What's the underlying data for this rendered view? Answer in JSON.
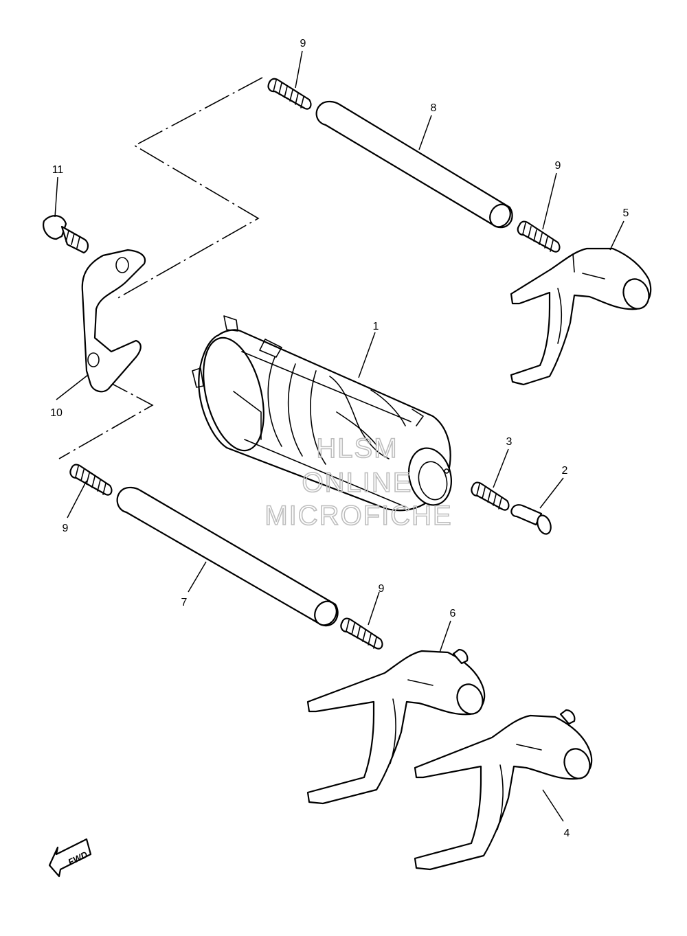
{
  "callouts": [
    {
      "id": "c1",
      "label": "1"
    },
    {
      "id": "c2",
      "label": "2"
    },
    {
      "id": "c3",
      "label": "3"
    },
    {
      "id": "c4",
      "label": "4"
    },
    {
      "id": "c5",
      "label": "5"
    },
    {
      "id": "c6",
      "label": "6"
    },
    {
      "id": "c7",
      "label": "7"
    },
    {
      "id": "c8",
      "label": "8"
    },
    {
      "id": "c9a",
      "label": "9"
    },
    {
      "id": "c9b",
      "label": "9"
    },
    {
      "id": "c9c",
      "label": "9"
    },
    {
      "id": "c9d",
      "label": "9"
    },
    {
      "id": "c10",
      "label": "10"
    },
    {
      "id": "c11",
      "label": "11"
    }
  ],
  "watermark": {
    "line1": "HLSM",
    "line2": "ONLINE",
    "line3": "MICROFICHE",
    "color": "#bdbdbd"
  },
  "direction_badge": {
    "label": "FWD",
    "icon": "fwd-arrow-icon"
  },
  "colors": {
    "ink": "#000000",
    "paper": "#ffffff"
  }
}
